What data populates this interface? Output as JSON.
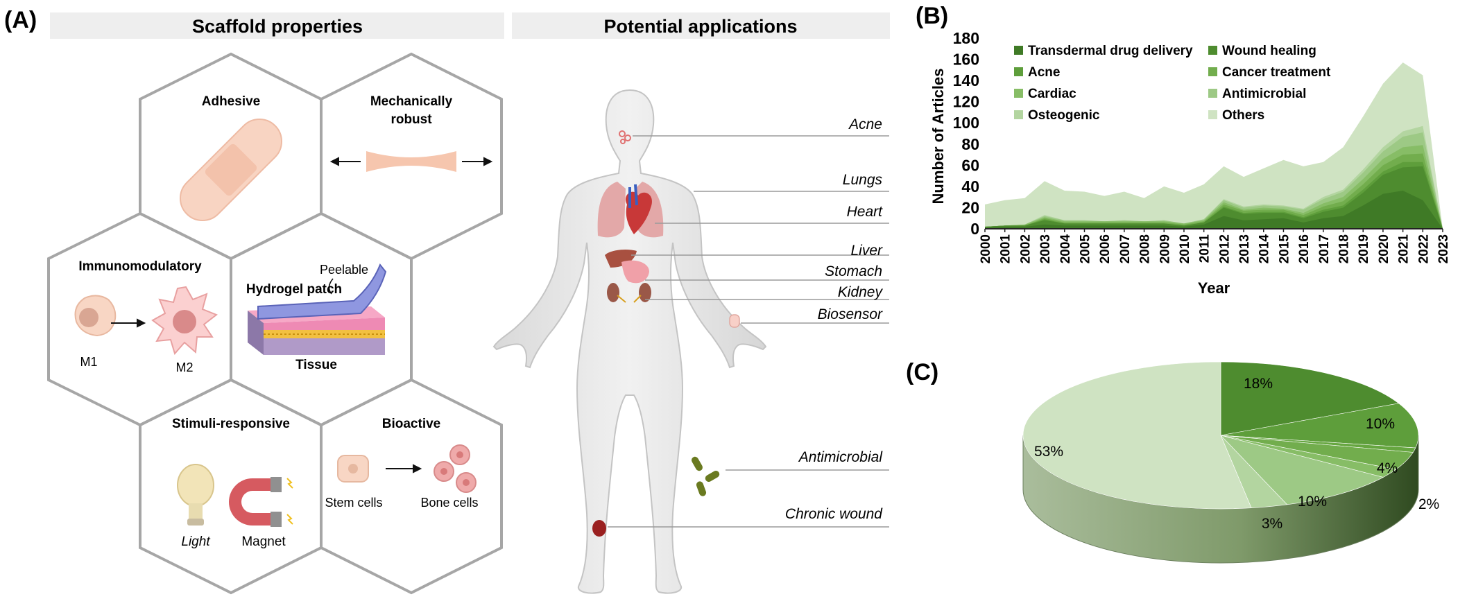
{
  "panelA": {
    "label": "(A)",
    "header_left": "Scaffold properties",
    "header_right": "Potential applications",
    "hexes": {
      "adhesive": "Adhesive",
      "mech_line1": "Mechanically",
      "mech_line2": "robust",
      "immuno": "Immunomodulatory",
      "m1": "M1",
      "m2": "M2",
      "hydrogel": "Hydrogel patch",
      "peelable": "Peelable",
      "tissue": "Tissue",
      "stimuli": "Stimuli-responsive",
      "light": "Light",
      "magnet": "Magnet",
      "bioactive": "Bioactive",
      "stem": "Stem   cells",
      "bone": "Bone   cells"
    },
    "applications": [
      "Acne",
      "Lungs",
      "Heart",
      "Liver",
      "Stomach",
      "Kidney",
      "Biosensor",
      "Antimicrobial",
      "Chronic wound"
    ]
  },
  "panelB": {
    "label": "(B)"
  },
  "panelC": {
    "label": "(C)"
  },
  "chart_data": [
    {
      "type": "area",
      "stacked": true,
      "xlabel": "Year",
      "ylabel": "Number of Articles",
      "ylim": [
        0,
        180
      ],
      "yticks": [
        0,
        20,
        40,
        60,
        80,
        100,
        120,
        140,
        160,
        180
      ],
      "x": [
        2000,
        2001,
        2002,
        2003,
        2004,
        2005,
        2006,
        2007,
        2008,
        2009,
        2010,
        2011,
        2012,
        2013,
        2014,
        2015,
        2016,
        2017,
        2018,
        2019,
        2020,
        2021,
        2022,
        2023
      ],
      "legend_placement": "top-left",
      "series": [
        {
          "name": "Transdermal drug delivery",
          "color": "#3f7a26",
          "values": [
            1,
            2,
            2,
            4,
            3,
            3,
            3,
            3,
            3,
            3,
            2,
            4,
            12,
            8,
            9,
            10,
            6,
            10,
            12,
            22,
            33,
            36,
            27,
            0
          ]
        },
        {
          "name": "Wound healing",
          "color": "#4e8c2f",
          "values": [
            1,
            1,
            1,
            4,
            2,
            2,
            2,
            2,
            2,
            2,
            1,
            2,
            8,
            6,
            6,
            5,
            4,
            6,
            8,
            12,
            18,
            22,
            32,
            0
          ]
        },
        {
          "name": "Acne",
          "color": "#5e9e3b",
          "values": [
            0,
            0,
            0,
            1,
            0,
            0,
            0,
            0,
            0,
            0,
            0,
            0,
            1,
            1,
            1,
            1,
            1,
            2,
            2,
            3,
            3,
            5,
            4,
            0
          ]
        },
        {
          "name": "Cancer treatment",
          "color": "#72ad4d",
          "values": [
            0,
            0,
            0,
            1,
            1,
            1,
            1,
            1,
            1,
            1,
            1,
            1,
            2,
            2,
            2,
            2,
            2,
            3,
            4,
            5,
            6,
            7,
            8,
            0
          ]
        },
        {
          "name": "Cardiac",
          "color": "#87bd66",
          "values": [
            0,
            0,
            1,
            1,
            1,
            1,
            1,
            1,
            1,
            1,
            1,
            1,
            2,
            1,
            2,
            1,
            2,
            3,
            4,
            5,
            6,
            7,
            8,
            0
          ]
        },
        {
          "name": "Antimicrobial",
          "color": "#9dc985",
          "values": [
            0,
            0,
            0,
            1,
            1,
            1,
            0,
            1,
            0,
            1,
            0,
            1,
            2,
            2,
            2,
            2,
            3,
            4,
            5,
            6,
            7,
            10,
            12,
            0
          ]
        },
        {
          "name": "Osteogenic",
          "color": "#b3d5a0",
          "values": [
            0,
            0,
            0,
            1,
            0,
            0,
            0,
            0,
            0,
            0,
            0,
            0,
            1,
            1,
            1,
            1,
            1,
            2,
            2,
            3,
            4,
            5,
            6,
            0
          ]
        },
        {
          "name": "Others",
          "color": "#cfe3c2",
          "values": [
            21,
            24,
            25,
            32,
            28,
            27,
            24,
            27,
            22,
            32,
            29,
            33,
            31,
            28,
            34,
            43,
            40,
            33,
            40,
            50,
            60,
            65,
            48,
            0
          ]
        }
      ]
    },
    {
      "type": "pie",
      "style": "3d",
      "slices": [
        {
          "label": "18%",
          "value": 18,
          "color": "#4e8c2f"
        },
        {
          "label": "10%",
          "value": 10,
          "color": "#5e9e3b"
        },
        {
          "label": "",
          "value": 1,
          "color": "#66a640"
        },
        {
          "label": "4%",
          "value": 4,
          "color": "#72ad4d"
        },
        {
          "label": "2%",
          "value": 2,
          "color": "#87bd66"
        },
        {
          "label": "10%",
          "value": 10,
          "color": "#9dc985"
        },
        {
          "label": "3%",
          "value": 3,
          "color": "#b3d5a0"
        },
        {
          "label": "53%",
          "value": 53,
          "color": "#cfe3c2"
        }
      ]
    }
  ]
}
